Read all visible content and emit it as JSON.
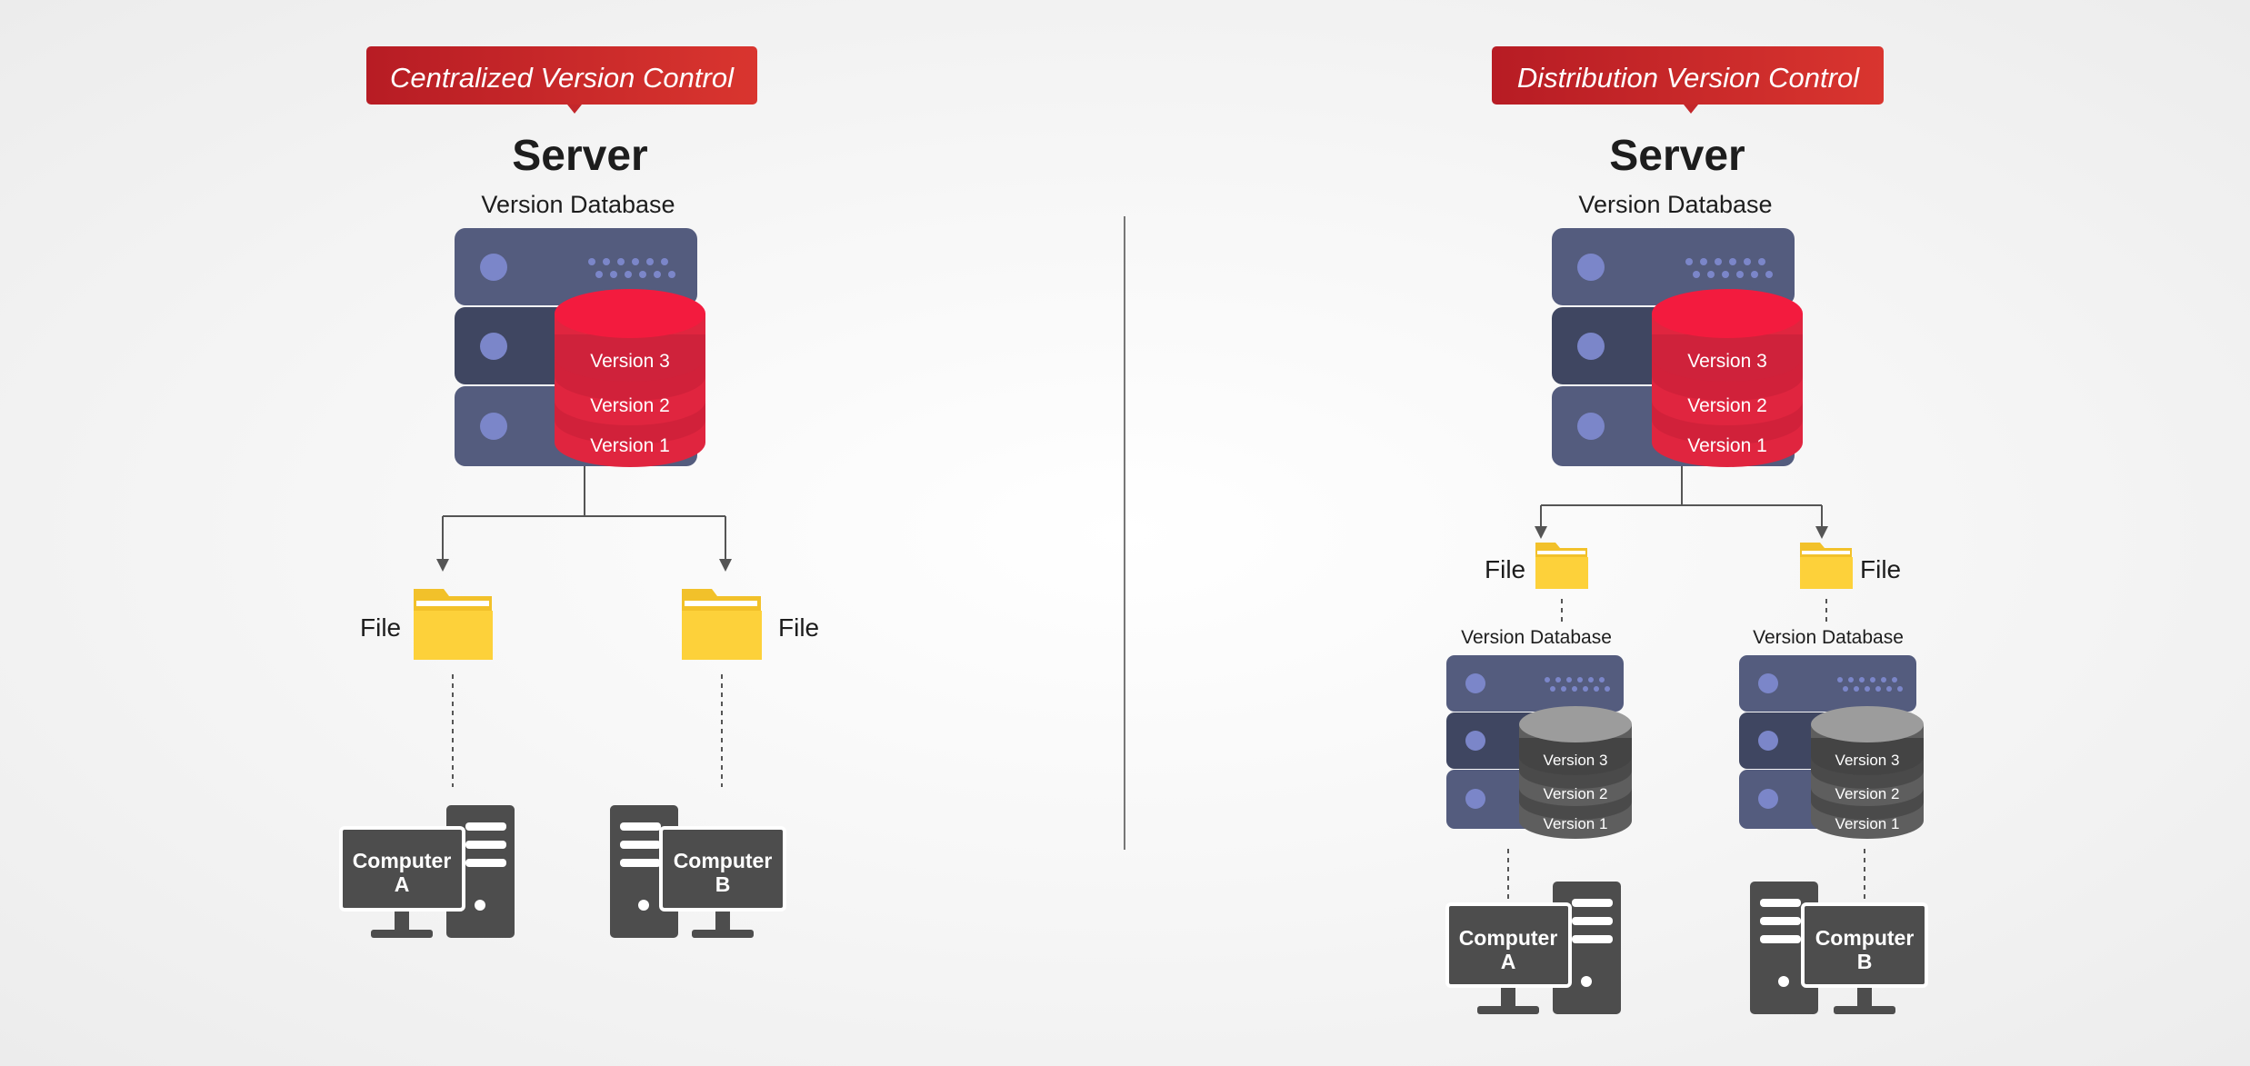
{
  "left": {
    "banner": "Centralized Version Control",
    "server_title": "Server",
    "db_label": "Version Database",
    "versions": [
      "Version 3",
      "Version 2",
      "Version 1"
    ],
    "file_left": "File",
    "file_right": "File",
    "computer_a": [
      "Computer",
      "A"
    ],
    "computer_b": [
      "Computer",
      "B"
    ]
  },
  "right": {
    "banner": "Distribution Version Control",
    "server_title": "Server",
    "db_label": "Version Database",
    "versions": [
      "Version 3",
      "Version 2",
      "Version 1"
    ],
    "file_left": "File",
    "file_right": "File",
    "local_db_label_left": "Version Database",
    "local_db_label_right": "Version Database",
    "local_versions_left": [
      "Version 3",
      "Version 2",
      "Version 1"
    ],
    "local_versions_right": [
      "Version 3",
      "Version 2",
      "Version 1"
    ],
    "computer_a": [
      "Computer",
      "A"
    ],
    "computer_b": [
      "Computer",
      "B"
    ]
  },
  "colors": {
    "banner_red": "#c8262b",
    "db_red": "#e31d3c",
    "server_slate": "#545c7e",
    "server_dark": "#3f4661",
    "led": "#7b86c9",
    "folder_yellow": "#fdd13a",
    "computer_gray": "#4d4d4d",
    "db_gray": "#5e5e5e"
  }
}
